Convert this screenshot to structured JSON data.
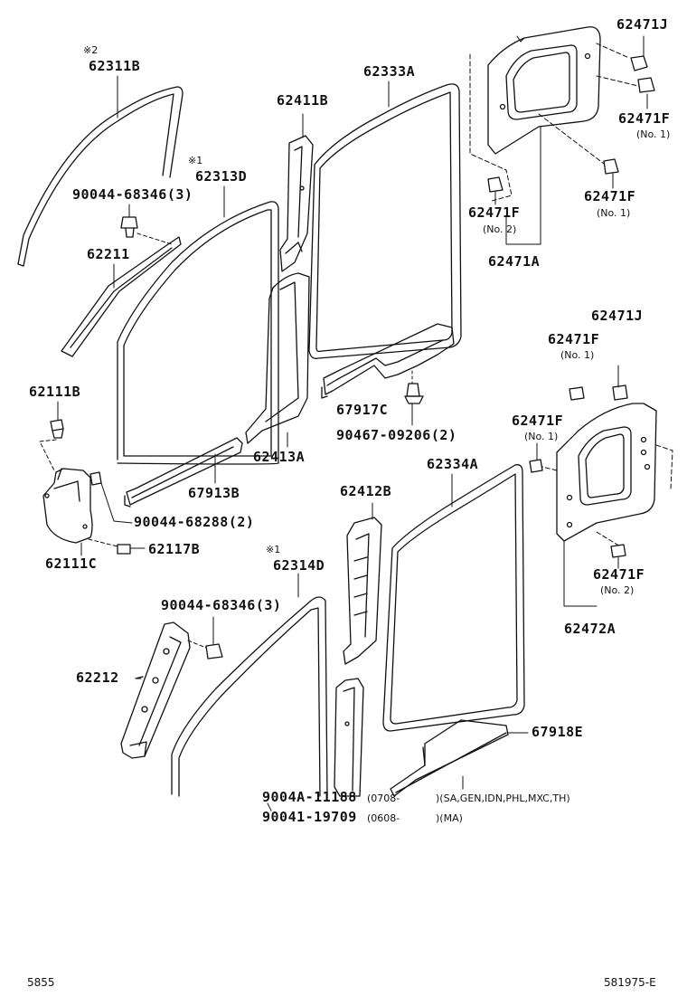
{
  "parts": {
    "p62311B": {
      "mark": "※2",
      "code": "62311B"
    },
    "p62411B": {
      "code": "62411B"
    },
    "p62333A": {
      "code": "62333A"
    },
    "p62471J_top": {
      "code": "62471J"
    },
    "p62471F_tr1": {
      "code": "62471F",
      "note": "(No. 1)"
    },
    "p62313D": {
      "mark": "※1",
      "code": "62313D"
    },
    "p90044_68346_top": {
      "code": "90044-68346(3)"
    },
    "p62471F_tr2": {
      "code": "62471F",
      "note": "(No. 1)"
    },
    "p62471F_tr3": {
      "code": "62471F",
      "note": "(No. 2)"
    },
    "p62211": {
      "code": "62211"
    },
    "p62471A": {
      "code": "62471A"
    },
    "p62471J_mid": {
      "code": "62471J"
    },
    "p62471F_m1": {
      "code": "62471F",
      "note": "(No. 1)"
    },
    "p62111B": {
      "code": "62111B"
    },
    "p67917C": {
      "code": "67917C"
    },
    "p62471F_m2": {
      "code": "62471F",
      "note": "(No. 1)"
    },
    "p90467_09206": {
      "code": "90467-09206(2)"
    },
    "p62413A": {
      "code": "62413A"
    },
    "p62334A": {
      "code": "62334A"
    },
    "p67913B": {
      "code": "67913B"
    },
    "p62412B": {
      "code": "62412B"
    },
    "p90044_68288": {
      "code": "90044-68288(2)"
    },
    "p62111C": {
      "code": "62111C"
    },
    "p62117B": {
      "code": "62117B"
    },
    "p62314D": {
      "mark": "※1",
      "code": "62314D"
    },
    "p62471F_m3": {
      "code": "62471F",
      "note": "(No. 2)"
    },
    "p90044_68346_bot": {
      "code": "90044-68346(3)"
    },
    "p62472A": {
      "code": "62472A"
    },
    "p62212": {
      "code": "62212"
    },
    "p67918E": {
      "code": "67918E"
    },
    "p9004A_11188": {
      "code": "9004A-11188",
      "date": "(0708-",
      "apps": ")(SA,GEN,IDN,PHL,MXC,TH)"
    },
    "p90041_19709": {
      "code": "90041-19709",
      "date": "(0608-",
      "apps": ")(MA)"
    }
  },
  "footer": {
    "left": "5855",
    "right": "581975-E"
  }
}
